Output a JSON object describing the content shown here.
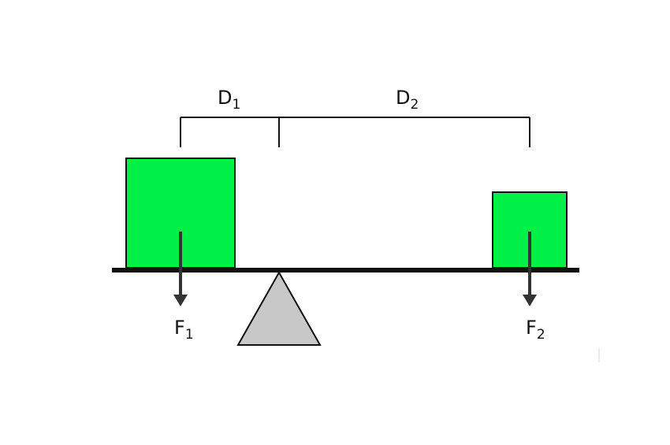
{
  "labels": {
    "d1": {
      "main": "D",
      "sub": "1"
    },
    "d2": {
      "main": "D",
      "sub": "2"
    },
    "f1": {
      "main": "F",
      "sub": "1"
    },
    "f2": {
      "main": "F",
      "sub": "2"
    }
  },
  "colors": {
    "box_fill": "#00f048",
    "box_stroke": "#111111",
    "lever": "#111111",
    "fulcrum_fill": "#c8c8c8",
    "fulcrum_stroke": "#111111",
    "arrow": "#333333",
    "bracket": "#111111"
  }
}
